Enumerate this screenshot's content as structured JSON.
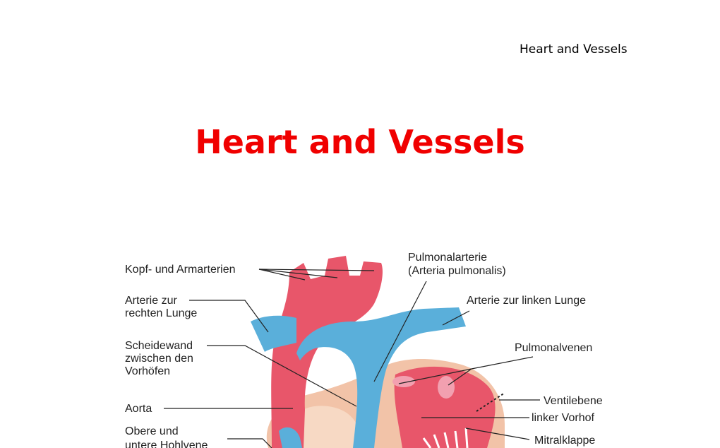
{
  "header": {
    "title": "Heart and Vessels"
  },
  "slide": {
    "title": "Heart and Vessels"
  },
  "colors": {
    "title": "#f00000",
    "artery": "#e8566a",
    "vein": "#5aafda",
    "wall": "#f2c3a8"
  },
  "diagram": {
    "labels": {
      "kopf_armarterien": "Kopf- und Armarterien",
      "arterie_rechte_lunge_1": "Arterie zur",
      "arterie_rechte_lunge_2": "rechten Lunge",
      "scheidewand_1": "Scheidewand",
      "scheidewand_2": "zwischen den",
      "scheidewand_3": "Vorhöfen",
      "aorta": "Aorta",
      "hohlvene_1": "Obere und",
      "hohlvene_2": "untere Hohlvene",
      "pulmonalarterie_1": "Pulmonalarterie",
      "pulmonalarterie_2": "(Arteria pulmonalis)",
      "arterie_linke_lunge": "Arterie zur linken Lunge",
      "pulmonalvenen": "Pulmonalvenen",
      "ventilebene": "Ventilebene",
      "linker_vorhof": "linker Vorhof",
      "mitralklappe": "Mitralklappe"
    }
  }
}
